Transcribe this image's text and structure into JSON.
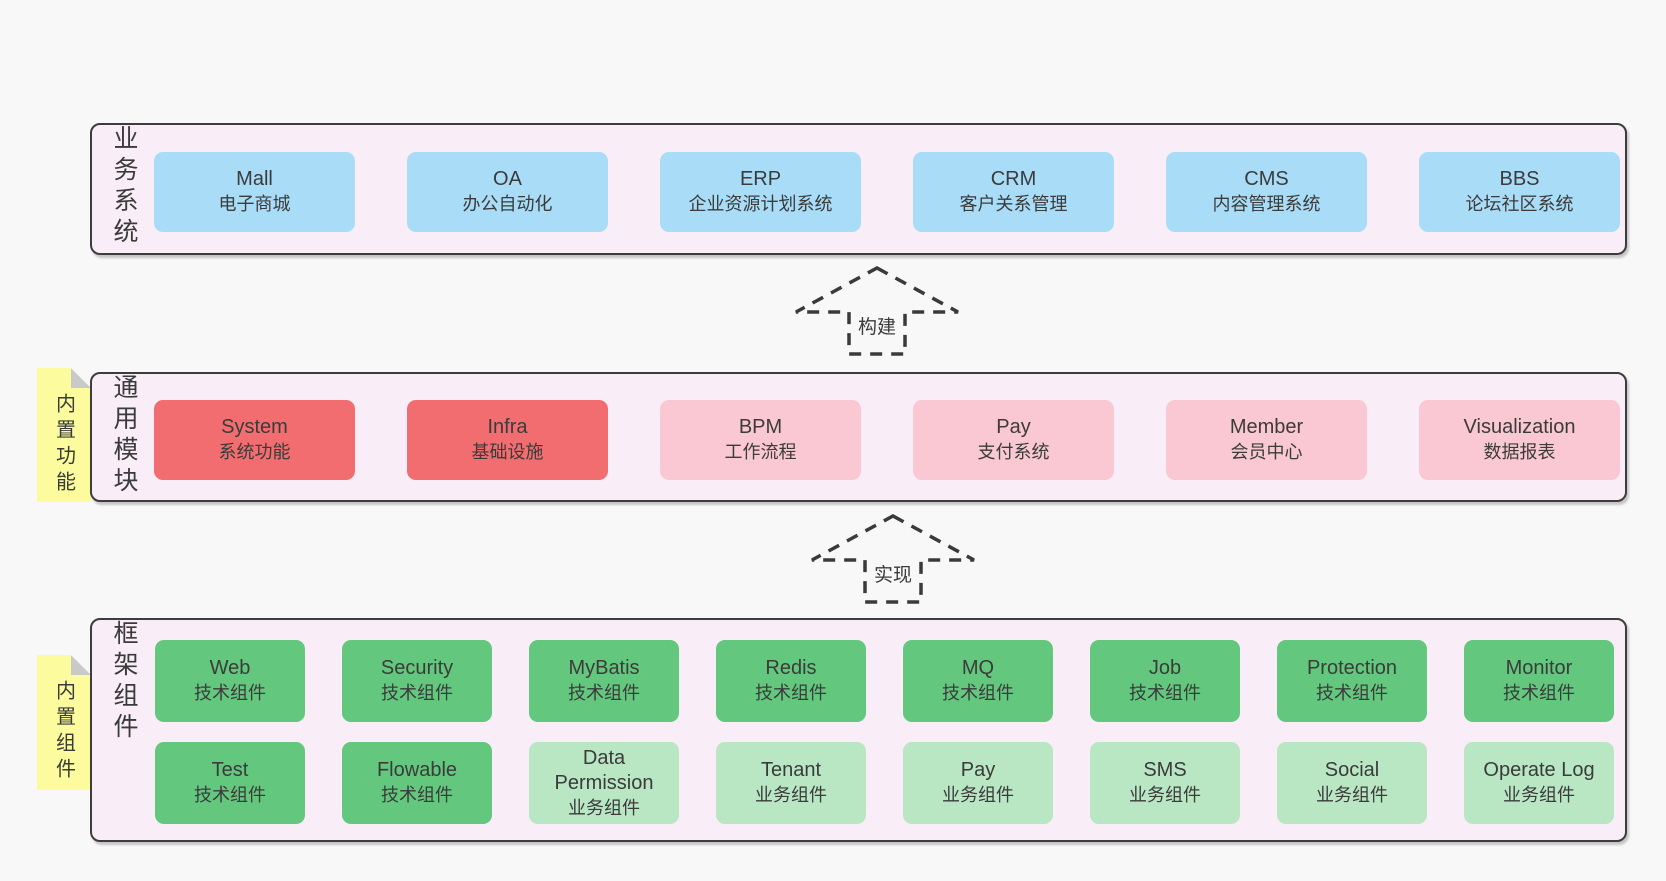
{
  "colors": {
    "background": "#f8f8f8",
    "container_fill": "#f9eef7",
    "container_border": "#3d3d3d",
    "blue": "#a9dcf6",
    "red": "#f26d6f",
    "pink": "#fac8d2",
    "green_dark": "#63c87d",
    "green_light": "#b9e6c3",
    "note_yellow": "#fcfc9e",
    "note_fold": "#c9c9c9",
    "arrow": "#3a3a3a",
    "text": "#3b3b3b"
  },
  "arrows": [
    {
      "label": "构建"
    },
    {
      "label": "实现"
    }
  ],
  "layers": {
    "business": {
      "side_label": "业务系统",
      "rows": [
        [
          {
            "en": "Mall",
            "zh": "电子商城",
            "type": "blue"
          },
          {
            "en": "OA",
            "zh": "办公自动化",
            "type": "blue"
          },
          {
            "en": "ERP",
            "zh": "企业资源计划系统",
            "type": "blue"
          },
          {
            "en": "CRM",
            "zh": "客户关系管理",
            "type": "blue"
          },
          {
            "en": "CMS",
            "zh": "内容管理系统",
            "type": "blue"
          },
          {
            "en": "BBS",
            "zh": "论坛社区系统",
            "type": "blue"
          }
        ]
      ]
    },
    "modules": {
      "side_label": "通用模块",
      "note": "内置功能",
      "rows": [
        [
          {
            "en": "System",
            "zh": "系统功能",
            "type": "red"
          },
          {
            "en": "Infra",
            "zh": "基础设施",
            "type": "red"
          },
          {
            "en": "BPM",
            "zh": "工作流程",
            "type": "pink"
          },
          {
            "en": "Pay",
            "zh": "支付系统",
            "type": "pink"
          },
          {
            "en": "Member",
            "zh": "会员中心",
            "type": "pink"
          },
          {
            "en": "Visualization",
            "zh": "数据报表",
            "type": "pink"
          }
        ]
      ]
    },
    "components": {
      "side_label": "框架组件",
      "note": "内置组件",
      "rows": [
        [
          {
            "en": "Web",
            "zh": "技术组件",
            "type": "green-dark"
          },
          {
            "en": "Security",
            "zh": "技术组件",
            "type": "green-dark"
          },
          {
            "en": "MyBatis",
            "zh": "技术组件",
            "type": "green-dark"
          },
          {
            "en": "Redis",
            "zh": "技术组件",
            "type": "green-dark"
          },
          {
            "en": "MQ",
            "zh": "技术组件",
            "type": "green-dark"
          },
          {
            "en": "Job",
            "zh": "技术组件",
            "type": "green-dark"
          },
          {
            "en": "Protection",
            "zh": "技术组件",
            "type": "green-dark"
          },
          {
            "en": "Monitor",
            "zh": "技术组件",
            "type": "green-dark"
          }
        ],
        [
          {
            "en": "Test",
            "zh": "技术组件",
            "type": "green-dark"
          },
          {
            "en": "Flowable",
            "zh": "技术组件",
            "type": "green-dark"
          },
          {
            "en": "Data Permission",
            "zh": "业务组件",
            "type": "green-light"
          },
          {
            "en": "Tenant",
            "zh": "业务组件",
            "type": "green-light"
          },
          {
            "en": "Pay",
            "zh": "业务组件",
            "type": "green-light"
          },
          {
            "en": "SMS",
            "zh": "业务组件",
            "type": "green-light"
          },
          {
            "en": "Social",
            "zh": "业务组件",
            "type": "green-light"
          },
          {
            "en": "Operate Log",
            "zh": "业务组件",
            "type": "green-light"
          }
        ]
      ]
    }
  }
}
